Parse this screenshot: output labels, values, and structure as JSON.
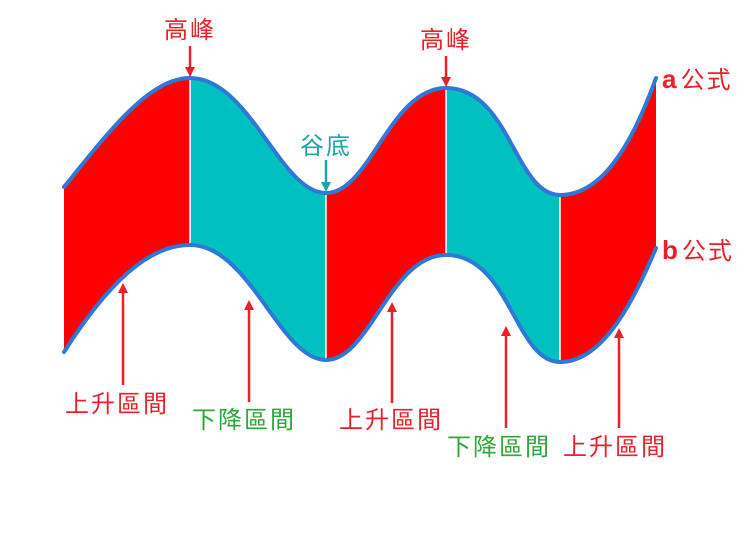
{
  "labels": {
    "peak": "高峰",
    "trough": "谷底",
    "rise": "上升區間",
    "fall": "下降區間",
    "formula_a_letter": "a",
    "formula_b_letter": "b",
    "formula_suffix": "公式"
  },
  "colors": {
    "rise": "#ff0000",
    "fall": "#00c0c0",
    "curve": "#2e78d8",
    "label_red": "#e8202a",
    "label_green": "#2aa838",
    "label_teal": "#1aa6a6"
  }
}
